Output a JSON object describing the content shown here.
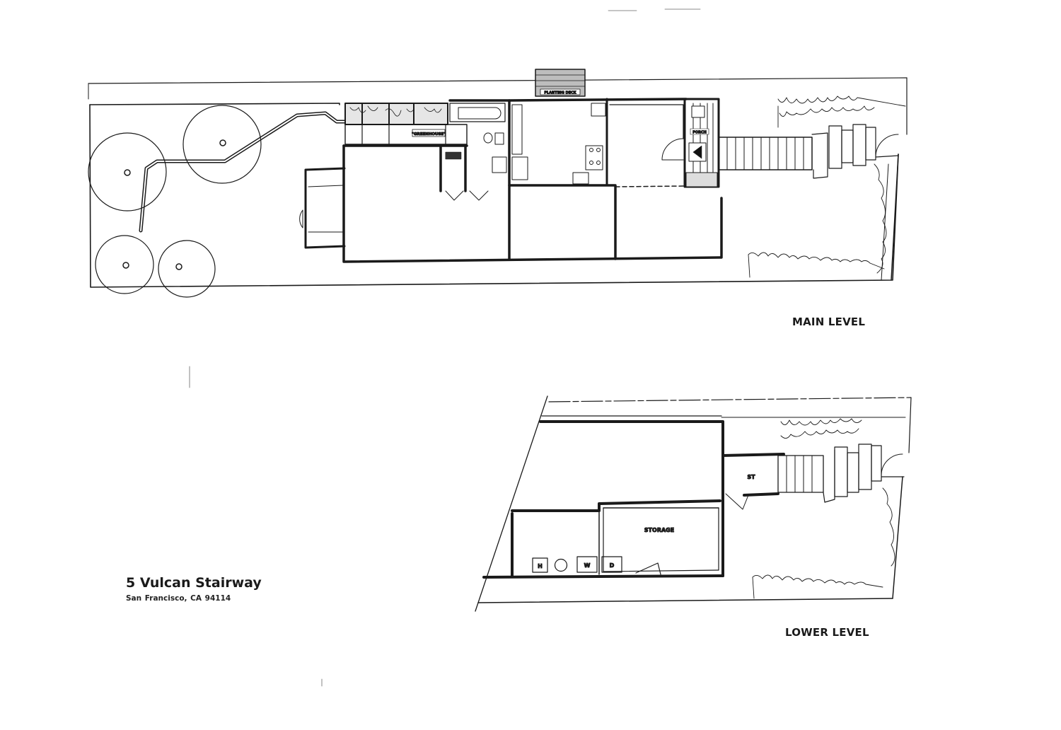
{
  "document": {
    "type": "floor-plan",
    "address": {
      "street": "5 Vulcan Stairway",
      "city_state_zip": "San Francisco, CA   94114"
    },
    "levels": [
      {
        "label": "MAIN LEVEL",
        "room_labels": [
          "PLANTING DECK",
          "\"GREENHOUSE\"",
          "PORCH"
        ],
        "features": [
          "garden path",
          "4 trees",
          "bathroom",
          "kitchen",
          "entry stairs",
          "landscaped yard"
        ]
      },
      {
        "label": "LOWER LEVEL",
        "room_labels": [
          "ST",
          "STORAGE"
        ],
        "appliance_labels": [
          "H",
          "W",
          "D"
        ],
        "features": [
          "storage room",
          "utility room",
          "entry stairs",
          "landscaped yard"
        ]
      }
    ]
  },
  "labels": {
    "main_level": "MAIN LEVEL",
    "lower_level": "LOWER LEVEL",
    "planting_deck": "PLANTING DECK",
    "greenhouse": "\"GREENHOUSE\"",
    "porch": "PORCH",
    "st": "ST",
    "storage": "STORAGE",
    "heater": "H",
    "washer": "W",
    "dryer": "D"
  },
  "colors": {
    "ink": "#1a1a1a",
    "paper": "#ffffff"
  }
}
